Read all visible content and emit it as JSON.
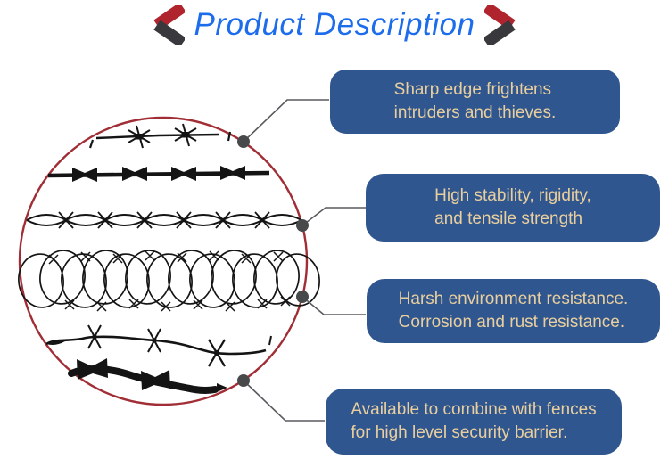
{
  "header": {
    "title": "Product Description",
    "title_color": "#1c6ceb",
    "chevron_red": "#b0242e",
    "chevron_dark": "#39383c"
  },
  "illustration": {
    "label": "barbed wire styles inside magnifier circle",
    "circle_color": "#a12d35",
    "wire_color": "#141414",
    "connector_color": "#595a5e",
    "dot_color": "#48494b",
    "wire_types": [
      "single-strand-barbed-wire",
      "razor-tape-wire",
      "double-twist-barbed-wire",
      "concertina-razor-coil",
      "hand-drawn-barbed-wire",
      "bold-barbed-tape"
    ]
  },
  "callouts": {
    "style": {
      "background": "#30568f",
      "text_color": "#e9cf9e"
    },
    "items": [
      {
        "lines": [
          "Sharp edge frightens",
          "intruders and thieves."
        ]
      },
      {
        "lines": [
          "High stability, rigidity,",
          "and tensile strength"
        ]
      },
      {
        "lines": [
          "Harsh environment resistance.",
          "Corrosion and rust resistance."
        ]
      },
      {
        "lines": [
          "Available to combine with fences",
          "for high level security barrier."
        ]
      }
    ]
  }
}
